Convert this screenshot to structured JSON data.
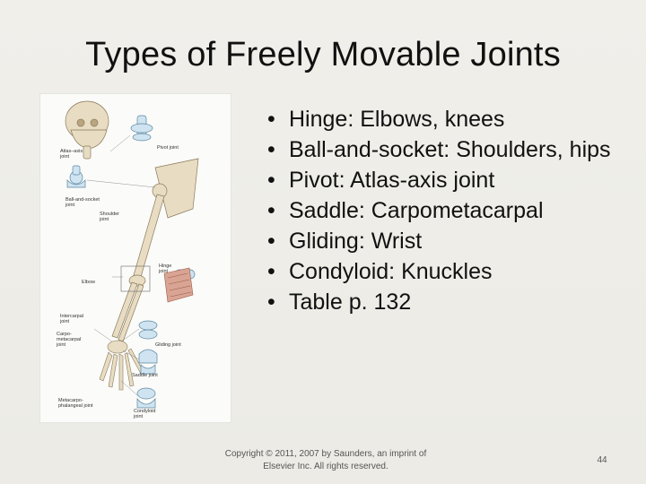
{
  "slide": {
    "title": "Types of Freely Movable Joints",
    "bullets": [
      "Hinge: Elbows, knees",
      "Ball-and-socket: Shoulders, hips",
      "Pivot: Atlas-axis joint",
      "Saddle: Carpometacarpal",
      "Gliding: Wrist",
      "Condyloid: Knuckles",
      "Table p. 132"
    ],
    "copyright": "Copyright © 2011, 2007 by Saunders, an imprint of Elsevier Inc. All rights reserved.",
    "page_number": "44"
  },
  "figure": {
    "labels": {
      "pivot_joint": "Pivot joint",
      "atlas_axis": "Atlas–axis\njoint",
      "ball_socket": "Ball-and-socket\njoint",
      "shoulder": "Shoulder\njoint",
      "elbow": "Elbow",
      "hinge_joint": "Hinge\njoint",
      "intercarpal": "Intercarpal\njoint",
      "carpometacarpal": "Carpo-\nmetacarpal\njoint",
      "gliding_joint": "Gliding joint",
      "saddle_joint": "Saddle joint",
      "metacarpophalangeal": "Metacarpo-\nphalangeal joint",
      "condyloid_joint": "Condyloid\njoint"
    }
  }
}
